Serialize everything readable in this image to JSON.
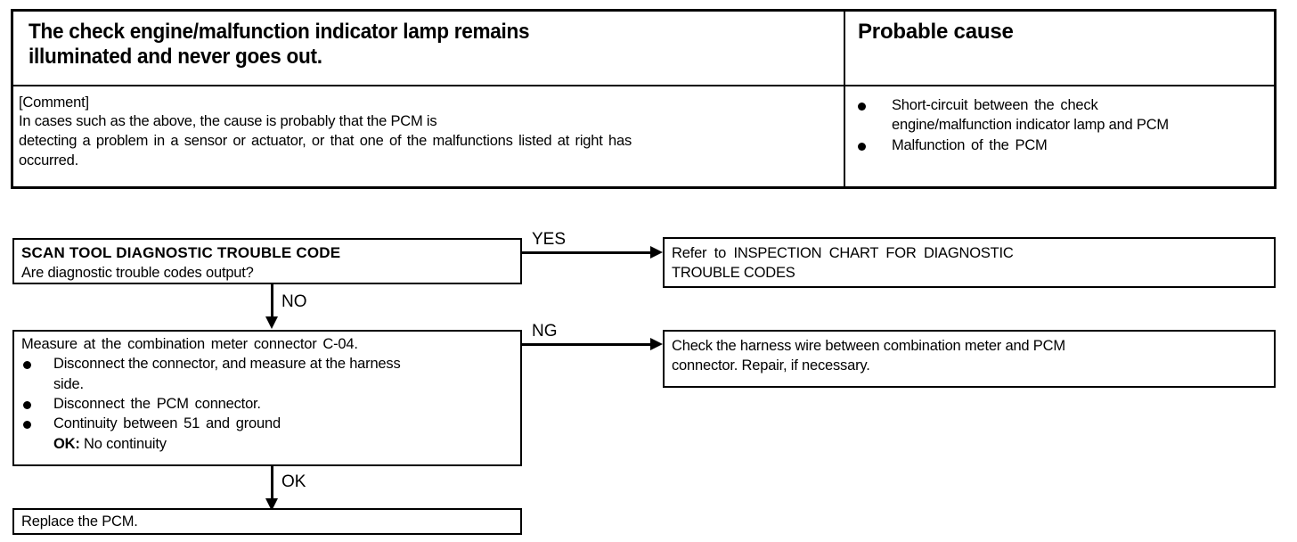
{
  "symptom_table": {
    "headers": {
      "left_line1": "The check engine/malfunction indicator lamp remains",
      "left_line2": "illuminated and never goes out.",
      "right": "Probable cause"
    },
    "comment": {
      "label": "[Comment]",
      "line1": "In cases such as the above, the cause is probably that the PCM is",
      "line2": "detecting a problem in a sensor or actuator, or that one of the malfunctions listed at right has",
      "line3": "occurred."
    },
    "probable_causes": [
      {
        "line1": "Short-circuit between the check",
        "line2": "engine/malfunction indicator lamp and PCM"
      },
      {
        "line1": "Malfunction of the PCM",
        "line2": ""
      }
    ]
  },
  "flowchart": {
    "scan_box": {
      "title": "SCAN TOOL DIAGNOSTIC TROUBLE CODE",
      "question": "Are diagnostic trouble codes output?"
    },
    "refer_box": {
      "line1": "Refer to INSPECTION CHART FOR DIAGNOSTIC",
      "line2": "TROUBLE CODES"
    },
    "measure_box": {
      "header": "Measure at the combination meter connector C-04.",
      "steps": [
        {
          "line1": "Disconnect the connector, and measure at the harness",
          "line2": "side."
        },
        {
          "line1": "Disconnect the PCM connector.",
          "line2": ""
        },
        {
          "line1": "Continuity between 51 and ground",
          "line2": ""
        }
      ],
      "ok_label": "OK:",
      "ok_value": "No continuity"
    },
    "check_box": {
      "line1": "Check the harness wire between combination meter and PCM",
      "line2": "connector. Repair, if necessary."
    },
    "replace_box": {
      "text": "Replace the PCM."
    },
    "edges": {
      "yes": "YES",
      "no": "NO",
      "ng": "NG",
      "ok": "OK"
    }
  },
  "colors": {
    "ink": "#000000",
    "paper": "#ffffff"
  }
}
